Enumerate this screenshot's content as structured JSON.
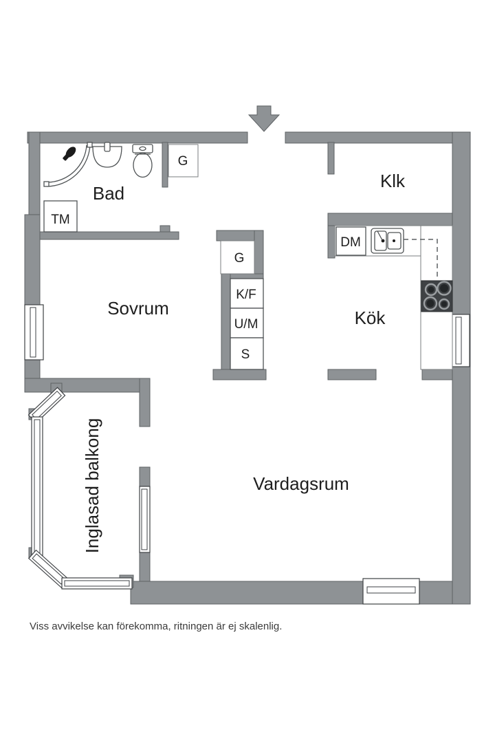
{
  "plan": {
    "rooms": {
      "bad": "Bad",
      "klk": "Klk",
      "kok": "Kök",
      "sovrum": "Sovrum",
      "vardagsrum": "Vardagsrum",
      "inglasad_balkong": "Inglasad balkong"
    },
    "units": {
      "tm": "TM",
      "g_hall": "G",
      "g_bedroom": "G",
      "dm": "DM",
      "kf": "K/F",
      "um": "U/M",
      "s": "S"
    },
    "icons": [
      "entry-arrow-icon",
      "shower-icon",
      "washbasin-icon",
      "toilet-icon",
      "kitchen-sink-icon",
      "stove-icon"
    ],
    "colors": {
      "wall": "#8E9295",
      "wall_outline": "#5d6164",
      "stove": "#3F4245",
      "label_text": "#1E1E1E",
      "disclaimer_text": "#3B3B3B"
    },
    "disclaimer": "Viss avvikelse kan förekomma, ritningen är ej skalenlig."
  }
}
